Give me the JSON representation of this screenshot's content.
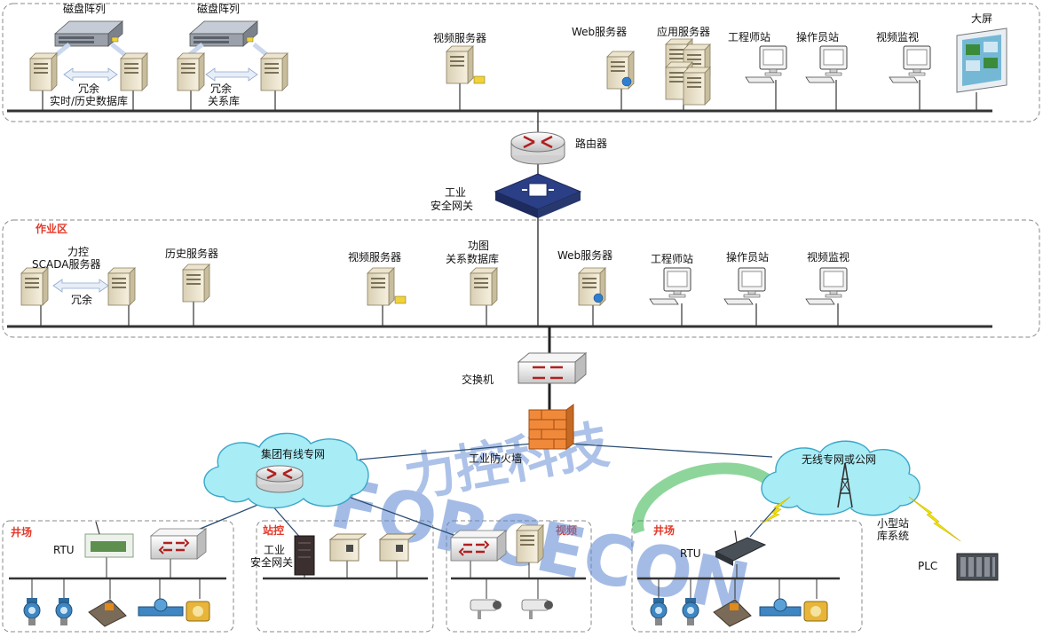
{
  "zones": {
    "control": "",
    "operation": "作业区",
    "well_left": "井场",
    "station": "站控",
    "video": "视频",
    "well_right": "井场"
  },
  "top": {
    "disk_array_1": "磁盘阵列",
    "disk_array_2": "磁盘阵列",
    "redundant_1": "冗余",
    "rt_hist_db": "实时/历史数据库",
    "redundant_2": "冗余",
    "relational_db": "关系库",
    "video_server": "视频服务器",
    "web_server": "Web服务器",
    "app_server": "应用服务器",
    "engineer_station": "工程师站",
    "operator_station": "操作员站",
    "video_monitor": "视频监视",
    "big_screen": "大屏"
  },
  "middle": {
    "router": "路由器",
    "gateway_line1": "工业",
    "gateway_line2": "安全网关"
  },
  "operation": {
    "scada_line1": "力控",
    "scada_line2": "SCADA服务器",
    "redundant": "冗余",
    "history_server": "历史服务器",
    "video_server": "视频服务器",
    "rel_db_line1": "功图",
    "rel_db_line2": "关系数据库",
    "web_server": "Web服务器",
    "engineer_station": "工程师站",
    "operator_station": "操作员站",
    "video_monitor": "视频监视"
  },
  "field": {
    "switch": "交换机",
    "firewall": "工业防火墙",
    "wired_net": "集团有线专网",
    "wireless_net": "无线专网或公网",
    "rtu_left": "RTU",
    "rtu_right": "RTU",
    "station_gateway_line1": "工业",
    "station_gateway_line2": "安全网关",
    "small_station_line1": "小型站",
    "small_station_line2": "库系统",
    "plc": "PLC"
  },
  "watermark": {
    "cn": "力控科技",
    "en": "FORCECON"
  },
  "colors": {
    "zone_border": "#8a8a8a",
    "bus": "#333333",
    "cloud_fill": "#a8ecf5",
    "cloud_stroke": "#3aa6c8",
    "router_red": "#b02020",
    "gateway_blue": "#2b3f86",
    "firewall_orange": "#f08a3a",
    "wm_blue": "#2f6fc9",
    "wm_green": "#33b44a",
    "lightning": "#f3e400"
  }
}
